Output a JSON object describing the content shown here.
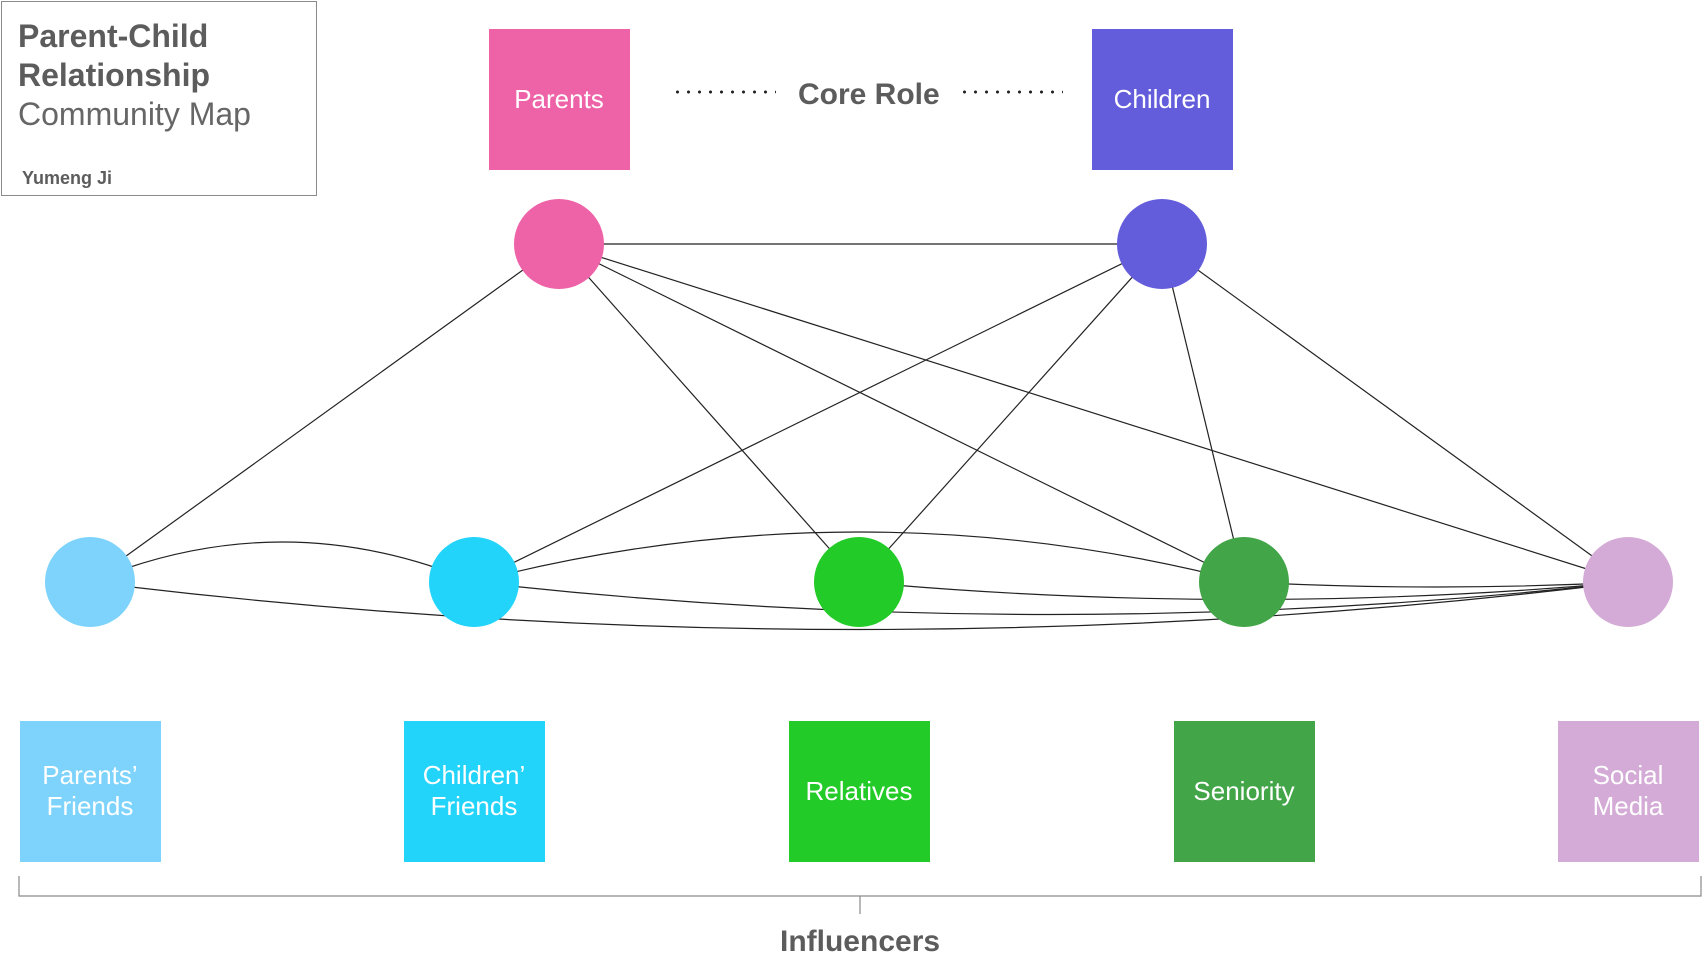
{
  "title": {
    "line1": "Parent-Child",
    "line2": "Relationship",
    "line3": "Community Map",
    "author": "Yumeng Ji"
  },
  "core_role_label": "Core Role",
  "influencers_label": "Influencers",
  "colors": {
    "parents": "#EE62A8",
    "children": "#645DDB",
    "parents_friends": "#7DD3FC",
    "childrens_friends": "#22D3FA",
    "relatives": "#22CB28",
    "seniority": "#42A548",
    "social_media": "#D4ABD6",
    "text": "#5C5C5C",
    "edge": "#222222"
  },
  "roles": [
    {
      "id": "parents",
      "label": "Parents",
      "group": "core",
      "color": "#EE62A8"
    },
    {
      "id": "children",
      "label": "Children",
      "group": "core",
      "color": "#645DDB"
    },
    {
      "id": "parents_friends",
      "label": "Parents’\nFriends",
      "group": "influencer",
      "color": "#7DD3FC"
    },
    {
      "id": "childrens_friends",
      "label": "Children’\nFriends",
      "group": "influencer",
      "color": "#22D3FA"
    },
    {
      "id": "relatives",
      "label": "Relatives",
      "group": "influencer",
      "color": "#22CB28"
    },
    {
      "id": "seniority",
      "label": "Seniority",
      "group": "influencer",
      "color": "#42A548"
    },
    {
      "id": "social_media",
      "label": "Social\nMedia",
      "group": "influencer",
      "color": "#D4ABD6"
    }
  ],
  "connections": [
    {
      "from": "parents",
      "to": "children"
    },
    {
      "from": "parents",
      "to": "parents_friends"
    },
    {
      "from": "parents",
      "to": "relatives"
    },
    {
      "from": "parents",
      "to": "seniority"
    },
    {
      "from": "parents",
      "to": "social_media"
    },
    {
      "from": "children",
      "to": "childrens_friends"
    },
    {
      "from": "children",
      "to": "relatives"
    },
    {
      "from": "children",
      "to": "seniority"
    },
    {
      "from": "children",
      "to": "social_media"
    },
    {
      "from": "parents_friends",
      "to": "childrens_friends"
    },
    {
      "from": "parents_friends",
      "to": "social_media"
    },
    {
      "from": "childrens_friends",
      "to": "seniority"
    },
    {
      "from": "childrens_friends",
      "to": "social_media"
    },
    {
      "from": "relatives",
      "to": "social_media"
    },
    {
      "from": "seniority",
      "to": "social_media"
    }
  ]
}
